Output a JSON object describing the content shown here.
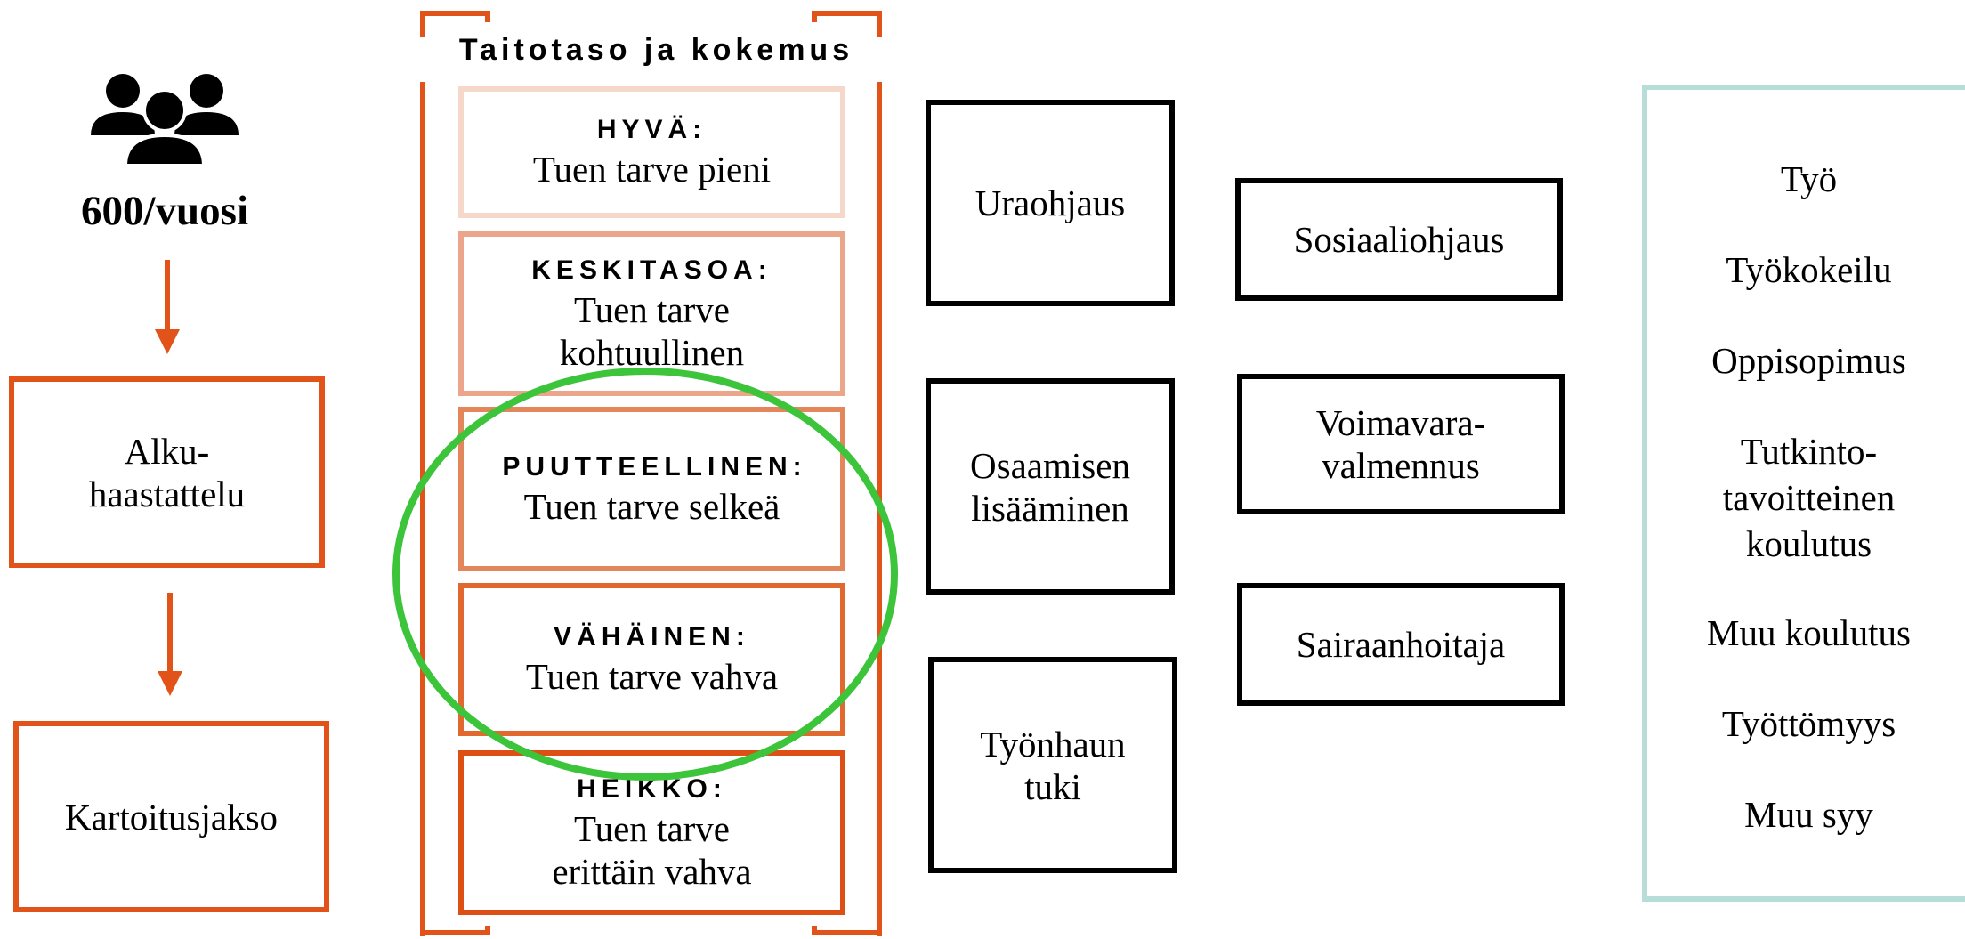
{
  "left": {
    "count": "600/vuosi",
    "box1": [
      "Alku-",
      "haastattelu"
    ],
    "box2": "Kartoitusjakso"
  },
  "levels": {
    "title": "Taitotaso ja kokemus",
    "items": [
      {
        "heading": "HYVÄ:",
        "lines": [
          "Tuen tarve pieni"
        ],
        "color": "#f6d8cb"
      },
      {
        "heading": "KESKITASOA:",
        "lines": [
          "Tuen tarve",
          "kohtuullinen"
        ],
        "color": "#eaa58a"
      },
      {
        "heading": "PUUTTEELLINEN",
        "heading_suffix": ":",
        "lines": [
          "Tuen tarve selkeä"
        ],
        "color": "#e3865c"
      },
      {
        "heading": "VÄHÄINEN:",
        "lines": [
          "Tuen tarve vahva"
        ],
        "color": "#e1692f"
      },
      {
        "heading": "HEIKKO:",
        "lines": [
          "Tuen tarve",
          "erittäin vahva"
        ],
        "color": "#dd4f14"
      }
    ]
  },
  "services_col1": {
    "uraohjaus": "Uraohjaus",
    "osaamisen": [
      "Osaamisen",
      "lisääminen"
    ],
    "tyonhaun": [
      "Työnhaun",
      "tuki"
    ]
  },
  "services_col2": {
    "sosiaaliohjaus": "Sosiaaliohjaus",
    "voimavara": [
      "Voimavara-",
      "valmennus"
    ],
    "sairaanhoitaja": "Sairaanhoitaja"
  },
  "outcomes": {
    "items": [
      "Työ",
      "Työkokeilu",
      "Oppisopimus",
      "Tutkinto-",
      "tavoitteinen",
      "koulutus",
      "Muu koulutus",
      "Työttömyys",
      "Muu syy"
    ]
  },
  "colors": {
    "accent_orange": "#e25319",
    "highlight_green": "#3cc43a",
    "outcome_border": "#b6ddd7"
  },
  "icons": {
    "people": "group-of-people-icon"
  }
}
